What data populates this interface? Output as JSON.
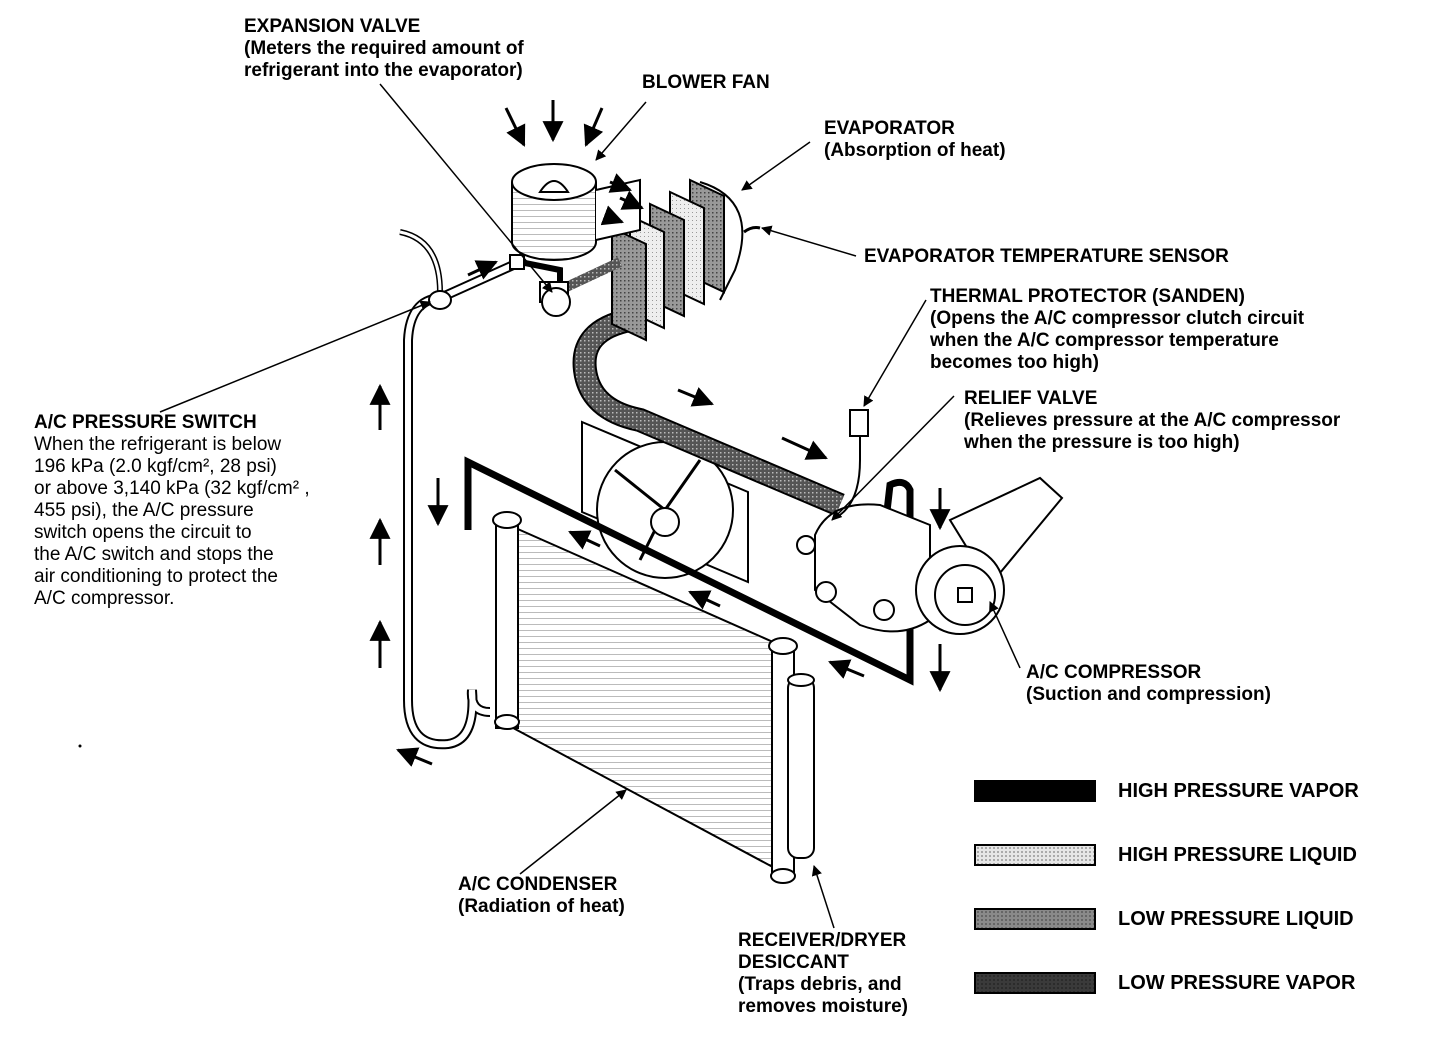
{
  "labels": {
    "expansion_valve": {
      "title": "EXPANSION VALVE",
      "desc": [
        "(Meters the required amount of",
        "refrigerant into the evaporator)"
      ]
    },
    "blower_fan": {
      "title": "BLOWER FAN"
    },
    "evaporator": {
      "title": "EVAPORATOR",
      "desc": [
        "(Absorption of heat)"
      ]
    },
    "evap_temp_sensor": {
      "title": "EVAPORATOR TEMPERATURE SENSOR"
    },
    "thermal_protector": {
      "title": "THERMAL PROTECTOR (SANDEN)",
      "desc": [
        "(Opens the A/C compressor clutch circuit",
        "when the A/C compressor temperature",
        "becomes too high)"
      ]
    },
    "relief_valve": {
      "title": "RELIEF VALVE",
      "desc": [
        "(Relieves pressure at the A/C compressor",
        "when the pressure is too high)"
      ]
    },
    "pressure_switch": {
      "title": "A/C PRESSURE SWITCH",
      "desc": [
        "When the refrigerant is below",
        "196 kPa (2.0 kgf/cm², 28 psi)",
        "or above 3,140 kPa (32 kgf/cm² ,",
        "455 psi), the A/C pressure",
        "switch opens the circuit to",
        "the A/C switch and stops the",
        "air conditioning to protect the",
        "A/C compressor."
      ]
    },
    "compressor": {
      "title": "A/C COMPRESSOR",
      "desc": [
        "(Suction and compression)"
      ]
    },
    "condenser": {
      "title": "A/C CONDENSER",
      "desc": [
        "(Radiation of heat)"
      ]
    },
    "receiver_dryer": {
      "title": "RECEIVER/DRYER",
      "desc": [
        "DESICCANT",
        "(Traps debris, and",
        "removes moisture)"
      ]
    }
  },
  "legend": [
    {
      "label": "HIGH PRESSURE VAPOR",
      "fill": "#000000"
    },
    {
      "label": "HIGH PRESSURE LIQUID",
      "fill": "#e6e6e6"
    },
    {
      "label": "LOW PRESSURE LIQUID",
      "fill": "#8a8a8a"
    },
    {
      "label": "LOW PRESSURE VAPOR",
      "fill": "#3a3a3a"
    }
  ]
}
